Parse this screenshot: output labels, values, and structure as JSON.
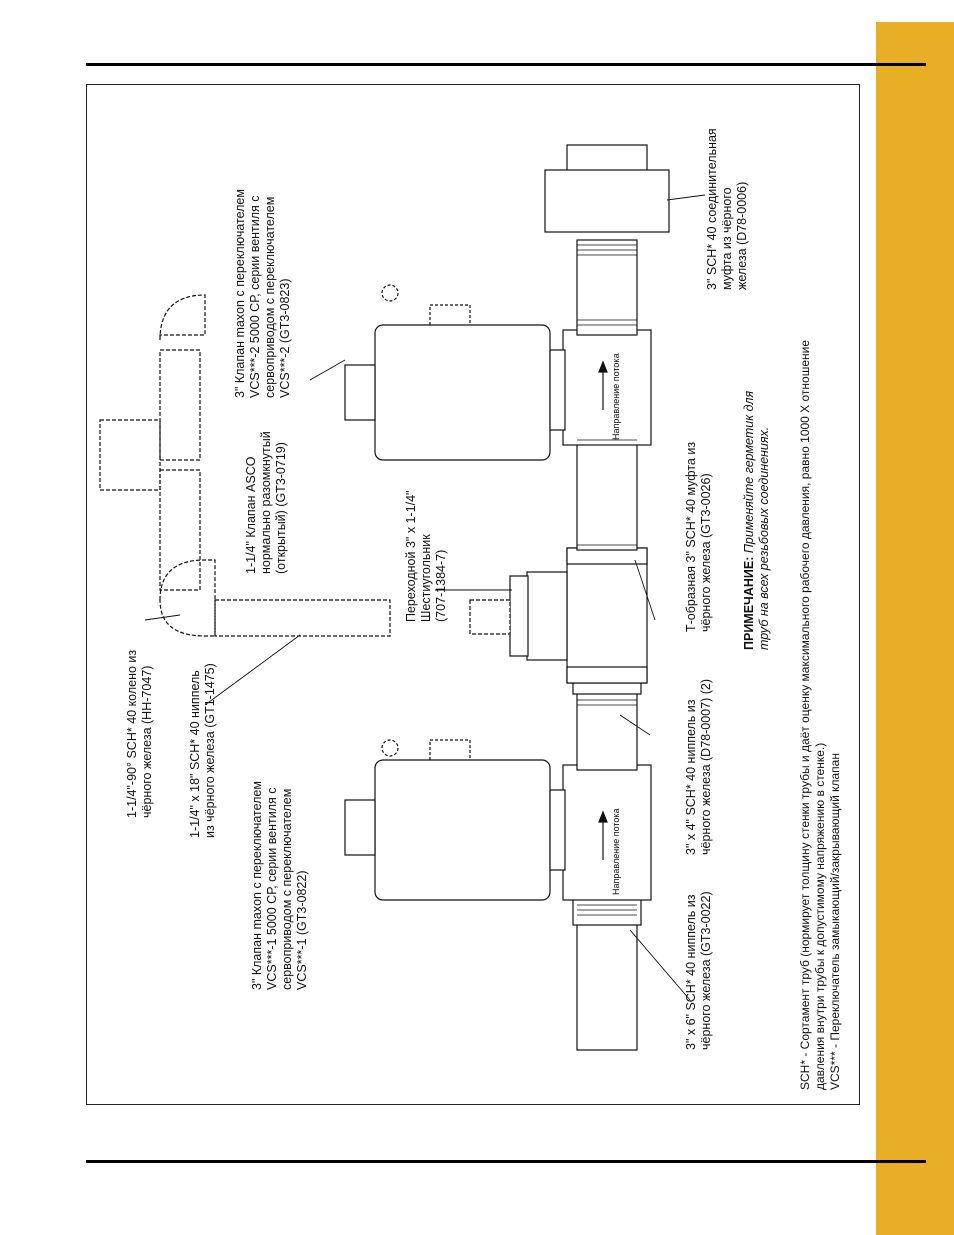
{
  "labels": {
    "elbow": [
      "1-1/4\"-90° SCH* 40 колено из",
      "чёрного железа (HH-7047)"
    ],
    "nipple18": [
      "1-1/4\" x 18\" SCH* 40 ниппель",
      "из чёрного железа (GT1-1475)"
    ],
    "asco": [
      "1-1/4\" Клапан ASCO",
      "нормально разомкнутый",
      "(открытый) (GT3-0719)"
    ],
    "valve2": [
      "3\" Клапан maxon с переключателем",
      "VCS***-2 5000 СР, серии вентиля с",
      "сервоприводом с переключателем",
      "VCS***-2 (GT3-0823)"
    ],
    "valve1": [
      "3\"  Клапан maxon с переключателем",
      "VCS***-1 5000 СР, серии вентиля с",
      "сервоприводом с переключателем",
      "VCS***-1 (GT3-0822)"
    ],
    "hex": [
      "Переходной  3\" x 1-1/4\"",
      "Шестиугольник",
      "(707-1384-7)"
    ],
    "tee": [
      "Т-образная 3\" SCH* 40 муфта из",
      "чёрного железа (GT3-0026)"
    ],
    "nipple4": [
      "3\" x 4\" SCH* 40 ниппель из",
      "чёрного железа (D78-0007) (2)"
    ],
    "nipple6": [
      "3\" x 6\" SCH* 40 ниппель из",
      "чёрного железа (GT3-0022)"
    ],
    "union": [
      "3\" SCH* 40 соединительная",
      "муфта из чёрного",
      "железа (D78-0006)"
    ],
    "flow": "Направление потока"
  },
  "note": {
    "head": "ПРИМЕЧАНИЕ:",
    "line1": " Применяйте герметик для",
    "line2": "труб на всех резьбовых соединениях."
  },
  "footnotes": [
    "SCH* - Сортамент труб (нормирует толщину стенки трубы и даёт оценку максимального рабочего давления, равно 1000 X отношение",
    "давления внутри трубы к допустимому напряжению в стенке.)",
    "VCS*** - Переключатель замыкающий/закрывающий клапан"
  ]
}
